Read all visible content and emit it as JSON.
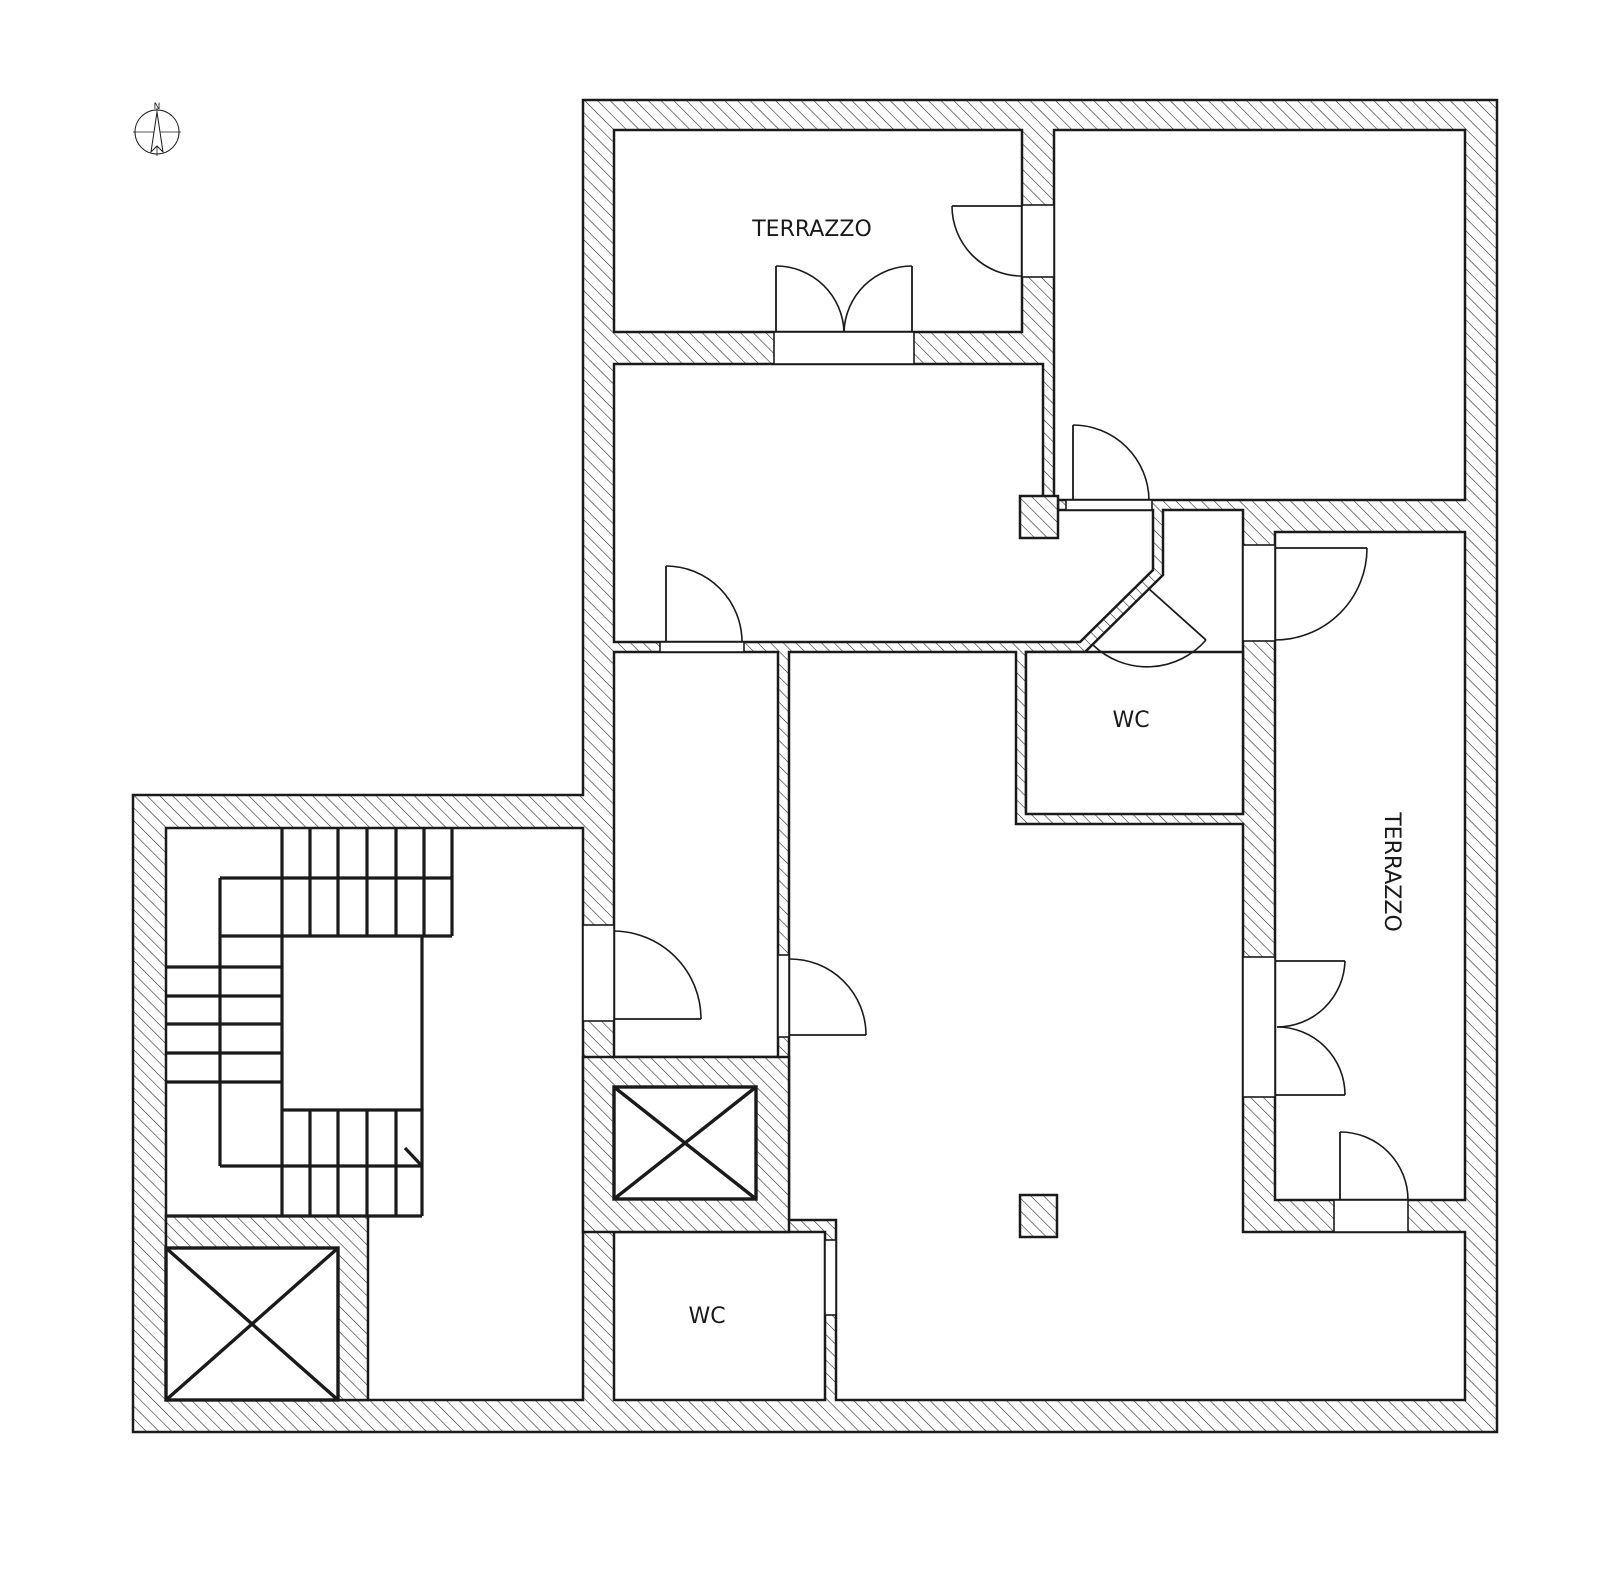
{
  "compass": {
    "north_label": "N"
  },
  "rooms": {
    "terrazzo_north": "TERRAZZO",
    "terrazzo_east": "TERRAZZO",
    "wc_upper": "WC",
    "wc_lower": "WC"
  },
  "colors": {
    "line": "#1a1a1a",
    "background": "#ffffff"
  }
}
